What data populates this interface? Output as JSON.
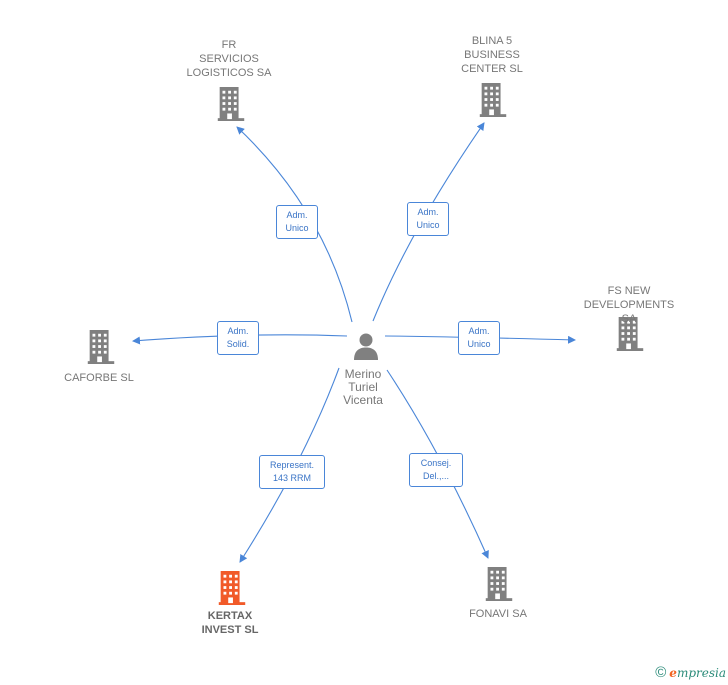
{
  "center": {
    "name": "Merino\nTuriel\nVicenta",
    "icon": "person-icon"
  },
  "companies": [
    {
      "id": "fr",
      "name": "FR\nSERVICIOS\nLOGISTICOS SA",
      "icon": "building-icon",
      "color": "#808080"
    },
    {
      "id": "blina",
      "name": "BLINA 5\nBUSINESS\nCENTER SL",
      "icon": "building-icon",
      "color": "#808080"
    },
    {
      "id": "fsnew",
      "name": "FS NEW\nDEVELOPMENTS SA",
      "icon": "building-icon",
      "color": "#808080"
    },
    {
      "id": "caforbe",
      "name": "CAFORBE SL",
      "icon": "building-icon",
      "color": "#808080"
    },
    {
      "id": "kertax",
      "name": "KERTAX\nINVEST SL",
      "icon": "building-icon",
      "color": "#f15a29"
    },
    {
      "id": "fonavi",
      "name": "FONAVI SA",
      "icon": "building-icon",
      "color": "#808080"
    }
  ],
  "relations": [
    {
      "to": "fr",
      "label": "Adm.\nUnico"
    },
    {
      "to": "blina",
      "label": "Adm.\nUnico"
    },
    {
      "to": "fsnew",
      "label": "Adm.\nUnico"
    },
    {
      "to": "caforbe",
      "label": "Adm.\nSolid."
    },
    {
      "to": "kertax",
      "label": "Represent.\n143 RRM"
    },
    {
      "to": "fonavi",
      "label": "Consej.\nDel.,..."
    }
  ],
  "colors": {
    "edge": "#4a86d8",
    "node": "#808080",
    "highlight": "#f15a29"
  },
  "footer": {
    "copyright": "©",
    "brand_initial": "e",
    "brand_rest": "mpresia"
  }
}
